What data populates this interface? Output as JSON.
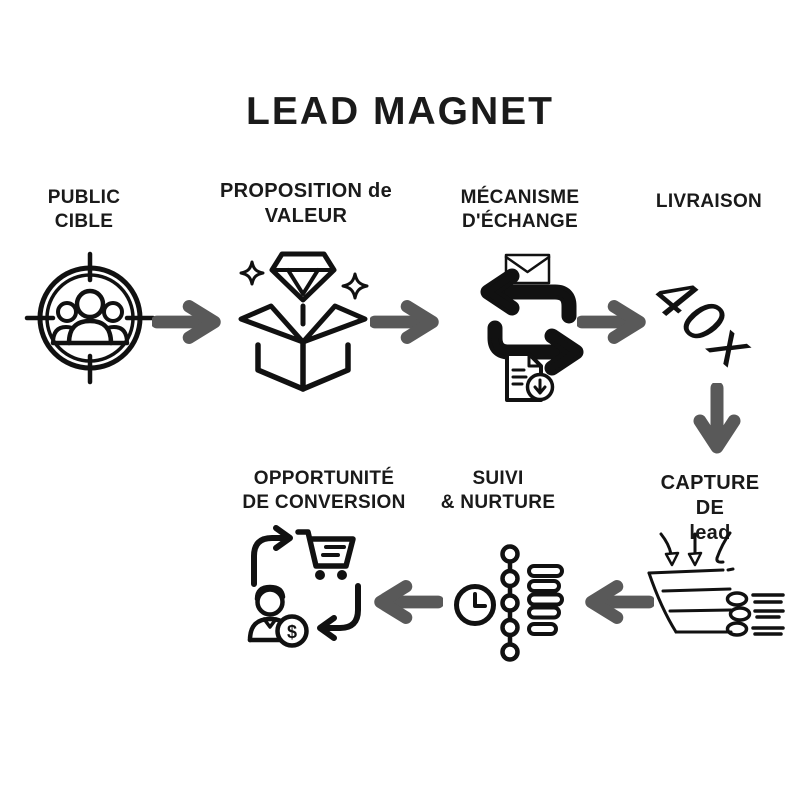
{
  "title": "LEAD MAGNET",
  "colors": {
    "ink": "#111111",
    "arrow": "#595959",
    "background": "#ffffff"
  },
  "steps": [
    {
      "id": "public-cible",
      "label": "PUBLIC\nCIBLE",
      "icon": "target-audience-icon"
    },
    {
      "id": "proposition-de-valeur",
      "label": "PROPOSITION de\nVALEUR",
      "icon": "open-box-diamond-icon"
    },
    {
      "id": "mecanisme-echange",
      "label": "MÉCANISME\nD'ÉCHANGE",
      "icon": "exchange-arrows-icon"
    },
    {
      "id": "livraison",
      "label": "LIVRAISON",
      "icon": "rotated-text",
      "value": "40x"
    },
    {
      "id": "capture-de-lead",
      "label": "CAPTURE DE\nlead",
      "icon": "lead-funnel-icon"
    },
    {
      "id": "suivi-nurture",
      "label": "SUIVI\n& NURTURE",
      "icon": "timeline-clock-icon"
    },
    {
      "id": "opportunite-conversion",
      "label": "OPPORTUNITÉ\nDE CONVERSION",
      "icon": "conversion-cart-icon"
    }
  ],
  "icons": {
    "dollar_symbol": "$"
  },
  "flow": {
    "direction": "top row left-to-right, down, bottom row right-to-left",
    "arrow_count": 6
  }
}
